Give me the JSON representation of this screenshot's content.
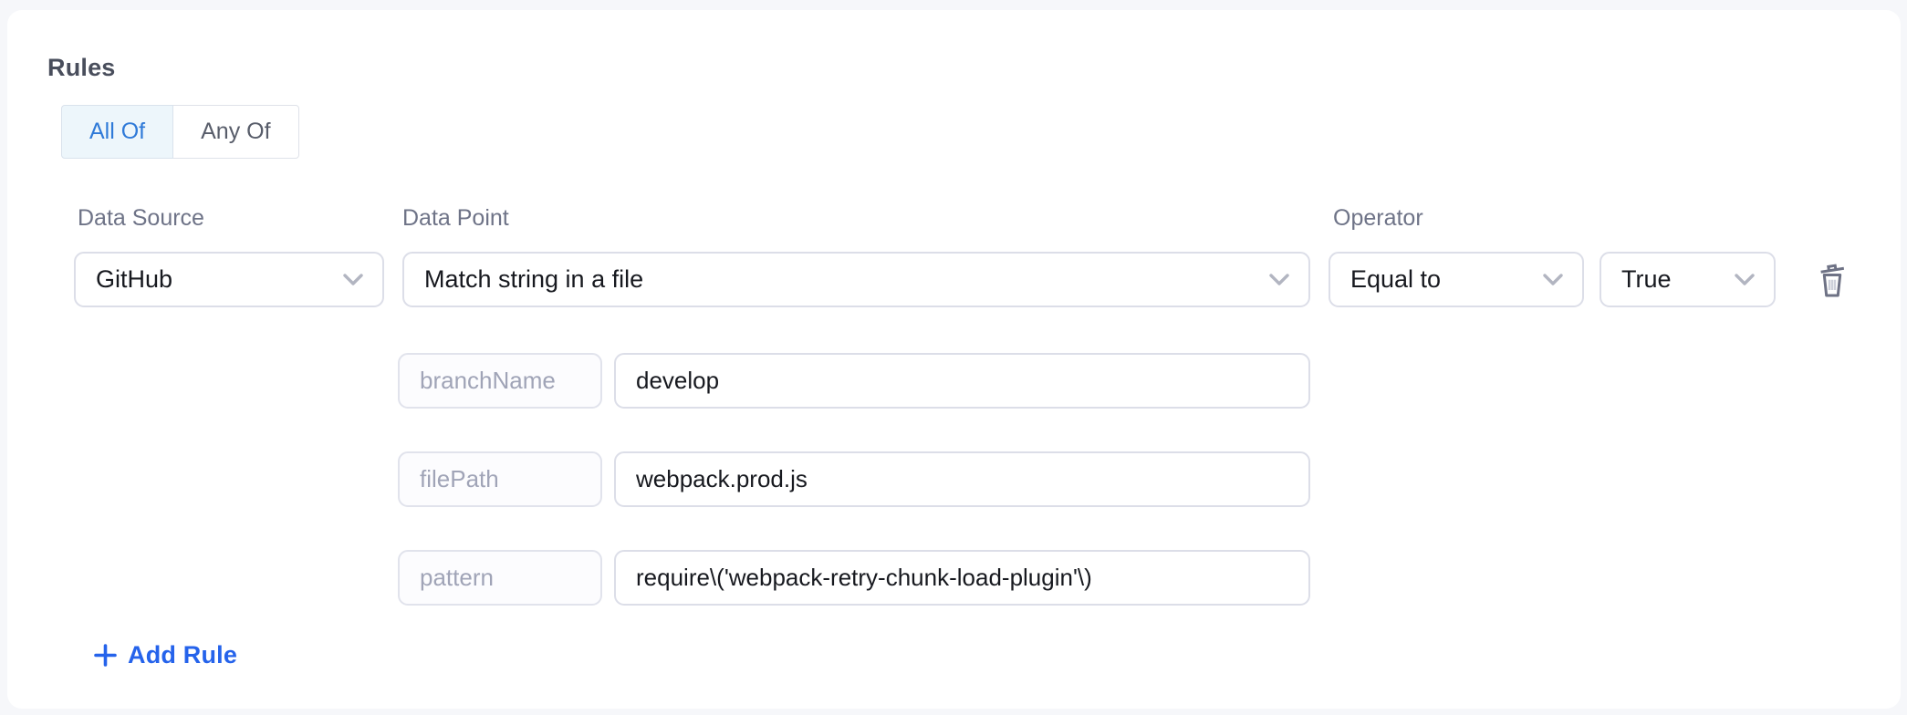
{
  "rules": {
    "heading": "Rules",
    "toggle": {
      "all_of": "All Of",
      "any_of": "Any Of",
      "selected": "All Of"
    },
    "labels": {
      "data_source": "Data Source",
      "data_point": "Data Point",
      "operator": "Operator"
    },
    "selects": {
      "data_source": "GitHub",
      "data_point": "Match string in a file",
      "operator": "Equal to",
      "operator_value": "True"
    },
    "params": [
      {
        "key": "branchName",
        "value": "develop"
      },
      {
        "key": "filePath",
        "value": "webpack.prod.js"
      },
      {
        "key": "pattern",
        "value": "require\\('webpack-retry-chunk-load-plugin'\\)"
      }
    ],
    "add_rule_label": "Add Rule"
  },
  "icons": {
    "dropdown": "chevron-down-icon",
    "delete": "trash-icon",
    "add": "plus-icon"
  },
  "colors": {
    "page_background": "#f6f7fa",
    "card_background": "#ffffff",
    "accent_blue": "#2563eb",
    "toggle_active_text": "#2f7ad8",
    "toggle_active_bg": "#edf6fb",
    "label_gray": "#6e7387",
    "input_text": "#17191f",
    "placeholder_gray": "#a0a4b7",
    "border_gray": "#dcdee8",
    "icon_gray": "#b2b5c1",
    "trash_gray": "#6e7285"
  }
}
